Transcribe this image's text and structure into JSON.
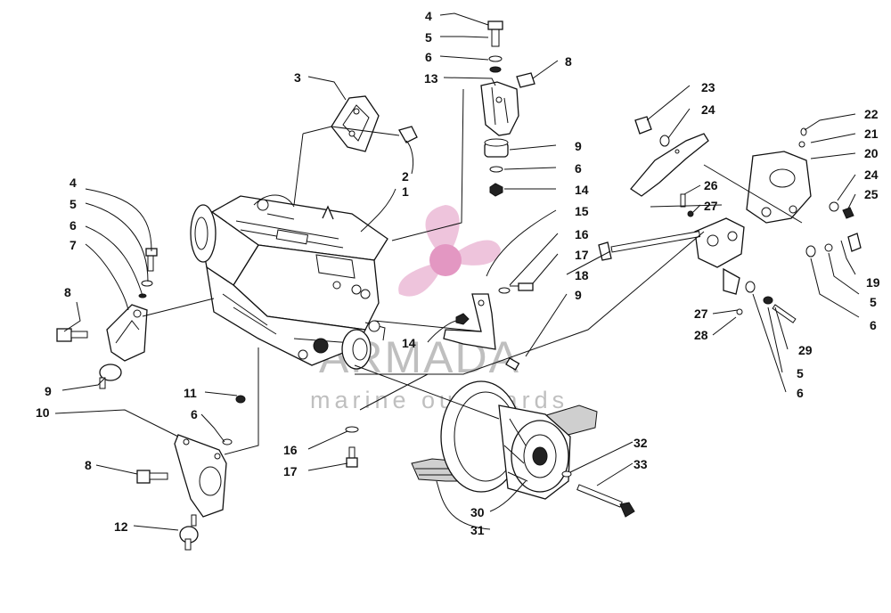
{
  "watermark": {
    "title": "ARMADA",
    "subtitle": "marine outboards",
    "logo_color": "#e7a8cc",
    "text_color": "#b9b9b9"
  },
  "callouts": [
    "4",
    "5",
    "6",
    "13",
    "8",
    "3",
    "2",
    "1",
    "9",
    "6",
    "14",
    "15",
    "16",
    "17",
    "18",
    "9",
    "14",
    "4",
    "5",
    "6",
    "7",
    "8",
    "9",
    "10",
    "11",
    "6",
    "8",
    "12",
    "16",
    "17",
    "30",
    "31",
    "32",
    "33",
    "23",
    "24",
    "22",
    "21",
    "20",
    "24",
    "25",
    "26",
    "27",
    "19",
    "5",
    "6",
    "27",
    "28",
    "29",
    "5",
    "6"
  ]
}
